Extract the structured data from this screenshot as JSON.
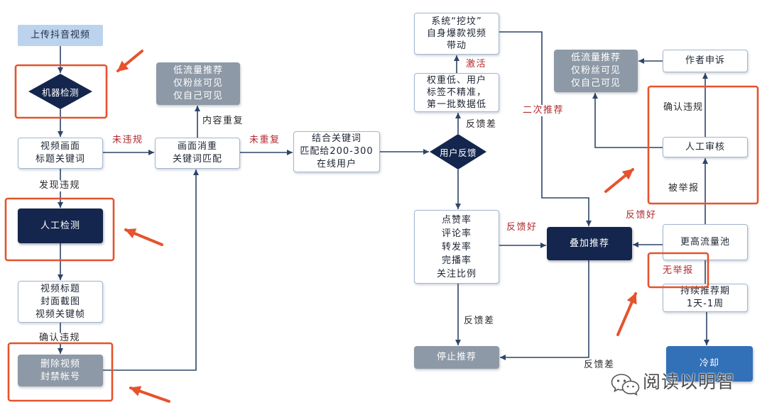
{
  "diagram": {
    "nodes": {
      "upload": "上传抖音视频",
      "machine_check": "机器检测",
      "video_keywords": "视频画面\n标题关键词",
      "manual_check": "人工检测",
      "video_frames": "视频标题\n封面截图\n视频关键帧",
      "delete_ban": "删除视频\n封禁帐号",
      "low_traffic_left": "低流量推荐\n仅粉丝可见\n仅自己可见",
      "dedup_match": "画面消重\n关键词匹配",
      "match_online_users": "结合关键词\n匹配给200-300\n在线用户",
      "user_feedback": "用户反馈",
      "dig_old_hits": "系统“挖坟”\n自身爆款视频\n带动",
      "low_weight": "权重低、用户\n标签不精准，\n第一批数据低",
      "metrics": "点赞率\n评论率\n转发率\n完播率\n关注比例",
      "stop_recommend": "停止推荐",
      "boost_recommend": "叠加推荐",
      "low_traffic_right": "低流量推荐\n仅粉丝可见\n仅自己可见",
      "author_appeal": "作者申诉",
      "manual_review": "人工审核",
      "higher_traffic_pool": "更高流量池",
      "sustained_period": "持续推荐期\n1天-1周",
      "cooldown": "冷却"
    },
    "edge_labels": {
      "not_violating": "未违规",
      "found_violation": "发现违规",
      "confirmed_violation_left": "确认违规",
      "content_duplicate": "内容重复",
      "not_duplicate": "未重复",
      "activated": "激活",
      "poor_feedback_top": "反馈差",
      "second_recommend": "二次推荐",
      "good_feedback_left": "反馈好",
      "poor_feedback_middle": "反馈差",
      "poor_feedback_bottom": "反馈差",
      "good_feedback_right": "反馈好",
      "confirmed_violation_right": "确认违规",
      "reported": "被举报",
      "not_reported": "无举报"
    }
  },
  "watermark": {
    "text": "阅读以明智",
    "icon": "wechat-icon"
  },
  "colors": {
    "navy": "#14264d",
    "gray": "#8d99a6",
    "upload_blue": "#bcd3ee",
    "cooldown_blue": "#3270b8",
    "highlight_red": "#e5532d",
    "label_red": "#b3282d",
    "line": "#2d4568"
  }
}
